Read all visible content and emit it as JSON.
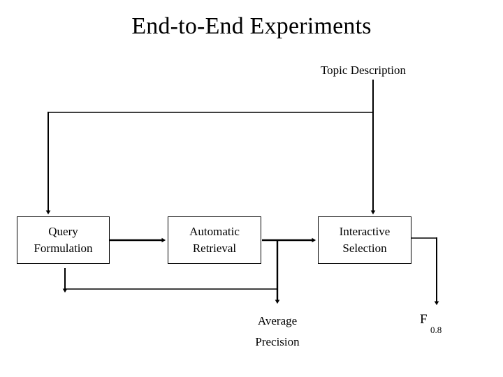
{
  "slide": {
    "title": "End-to-End Experiments",
    "background_color": "#ffffff",
    "line_color": "#000000",
    "text_color": "#000000"
  },
  "diagram": {
    "type": "flowchart",
    "input_label": "Topic Description",
    "nodes": [
      {
        "id": "query-formulation",
        "label": "Query\nFormulation"
      },
      {
        "id": "automatic-retrieval",
        "label": "Automatic\nRetrieval"
      },
      {
        "id": "interactive-selection",
        "label": "Interactive\nSelection"
      }
    ],
    "outputs": [
      {
        "id": "average-precision",
        "label": "Average\nPrecision"
      },
      {
        "id": "f-measure",
        "label": "F",
        "subscript": "0.8"
      }
    ],
    "edges": [
      {
        "from": "topic-description",
        "to": "query-formulation"
      },
      {
        "from": "topic-description",
        "to": "interactive-selection"
      },
      {
        "from": "query-formulation",
        "to": "automatic-retrieval"
      },
      {
        "from": "automatic-retrieval",
        "to": "interactive-selection"
      },
      {
        "from": "automatic-retrieval",
        "to": "average-precision"
      },
      {
        "from": "interactive-selection",
        "to": "f-measure"
      },
      {
        "from": "automatic-retrieval",
        "to": "query-formulation",
        "kind": "feedback"
      }
    ]
  }
}
